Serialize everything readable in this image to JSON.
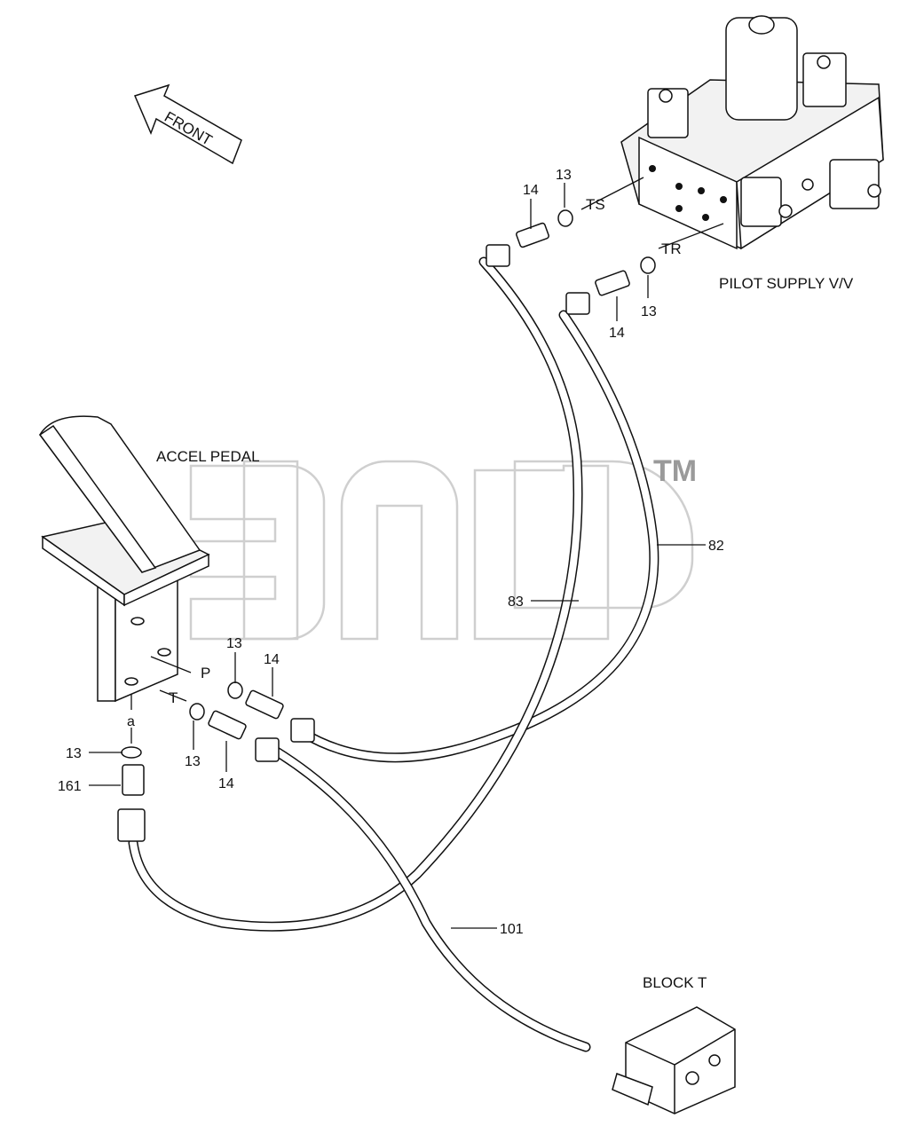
{
  "labels": {
    "front": "FRONT",
    "pilot_supply": "PILOT SUPPLY V/V",
    "accel_pedal": "ACCEL PEDAL",
    "block_t": "BLOCK T",
    "port_ts": "TS",
    "port_tr": "TR",
    "port_p": "P",
    "port_t": "T",
    "port_a": "a"
  },
  "callouts": {
    "c13_ts": "13",
    "c14_ts": "14",
    "c13_tr": "13",
    "c14_tr": "14",
    "c13_p": "13",
    "c14_p": "14",
    "c13_t": "13",
    "c14_t": "14",
    "c13_a": "13",
    "c161": "161",
    "c82": "82",
    "c83": "83",
    "c101": "101"
  },
  "watermark": {
    "tm": "TM"
  }
}
